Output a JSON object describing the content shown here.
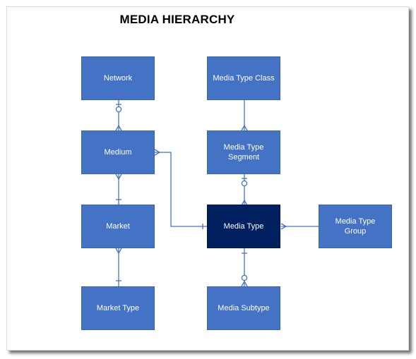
{
  "title": "MEDIA HIERARCHY",
  "colors": {
    "entity_fill": "#4472c4",
    "selected_fill": "#002060",
    "connector": "#4472c4",
    "text": "#ffffff"
  },
  "entities": {
    "network": "Network",
    "medium": "Medium",
    "market": "Market",
    "market_type": "Market Type",
    "media_type_class": "Media Type Class",
    "media_type_segment": "Media Type Segment",
    "media_type": "Media Type",
    "media_type_group": "Media Type Group",
    "media_subtype": "Media Subtype"
  },
  "selected_entity": "media_type"
}
